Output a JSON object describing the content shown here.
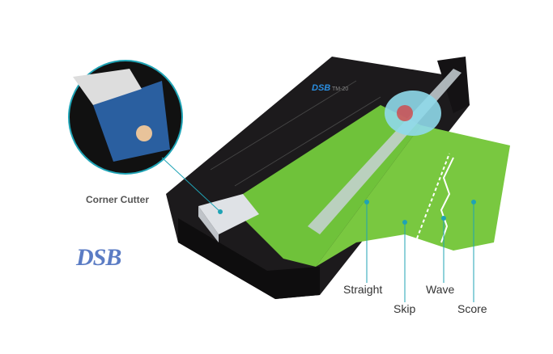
{
  "labels": {
    "corner_cutter": "Corner Cutter",
    "straight": "Straight",
    "skip": "Skip",
    "wave": "Wave",
    "score": "Score"
  },
  "brand": {
    "logo": "DSB",
    "model": "TM-20"
  },
  "colors": {
    "accent": "#1fa3b5",
    "paper": "#6fc23a",
    "body": "#1c1a1c",
    "logo": "#5b7cc4"
  }
}
